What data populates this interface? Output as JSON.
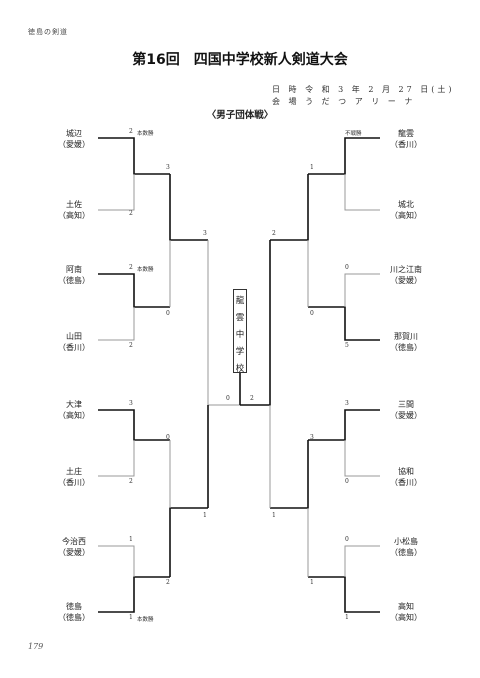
{
  "header_label": "徳島の剣道",
  "title": "第16回　四国中学校新人剣道大会",
  "meta": {
    "date_line": "日 時 令 和 3 年 2 月 27 日(土)",
    "venue_line": "会 場 う だ つ ア リ ー ナ"
  },
  "division": "〈男子団体戦〉",
  "left_teams": [
    {
      "name": "城辺",
      "pref": "（愛媛）"
    },
    {
      "name": "土佐",
      "pref": "（高知）"
    },
    {
      "name": "阿南",
      "pref": "（徳島）"
    },
    {
      "name": "山田",
      "pref": "（香川）"
    },
    {
      "name": "大津",
      "pref": "（高知）"
    },
    {
      "name": "土庄",
      "pref": "（香川）"
    },
    {
      "name": "今治西",
      "pref": "（愛媛）"
    },
    {
      "name": "徳島",
      "pref": "（徳島）"
    }
  ],
  "right_teams": [
    {
      "name": "龍雲",
      "pref": "（香川）"
    },
    {
      "name": "城北",
      "pref": "（高知）"
    },
    {
      "name": "川之江南",
      "pref": "（愛媛）"
    },
    {
      "name": "那賀川",
      "pref": "（徳島）"
    },
    {
      "name": "三間",
      "pref": "（愛媛）"
    },
    {
      "name": "協和",
      "pref": "（香川）"
    },
    {
      "name": "小松島",
      "pref": "（徳島）"
    },
    {
      "name": "高知",
      "pref": "（高知）"
    }
  ],
  "left_round1_scores": [
    "2",
    "2",
    "2",
    "2",
    "3",
    "2",
    "1",
    "1"
  ],
  "right_round1_scores": [
    "",
    "",
    "0",
    "5",
    "3",
    "0",
    "0",
    "1"
  ],
  "left_notes": [
    "本数勝",
    "本数勝",
    "本数勝"
  ],
  "right_notes": [
    "不戦勝"
  ],
  "left_round2_scores": [
    "3",
    "0",
    "0",
    "2"
  ],
  "right_round2_scores": [
    "1",
    "0",
    "3",
    "1"
  ],
  "left_round3_scores": [
    "3",
    "1"
  ],
  "right_round3_scores": [
    "2",
    "1"
  ],
  "final_scores": {
    "left": "0",
    "right": "2"
  },
  "champion_chars": [
    "龍",
    "雲",
    "中",
    "学",
    "校"
  ],
  "page_number": "179"
}
